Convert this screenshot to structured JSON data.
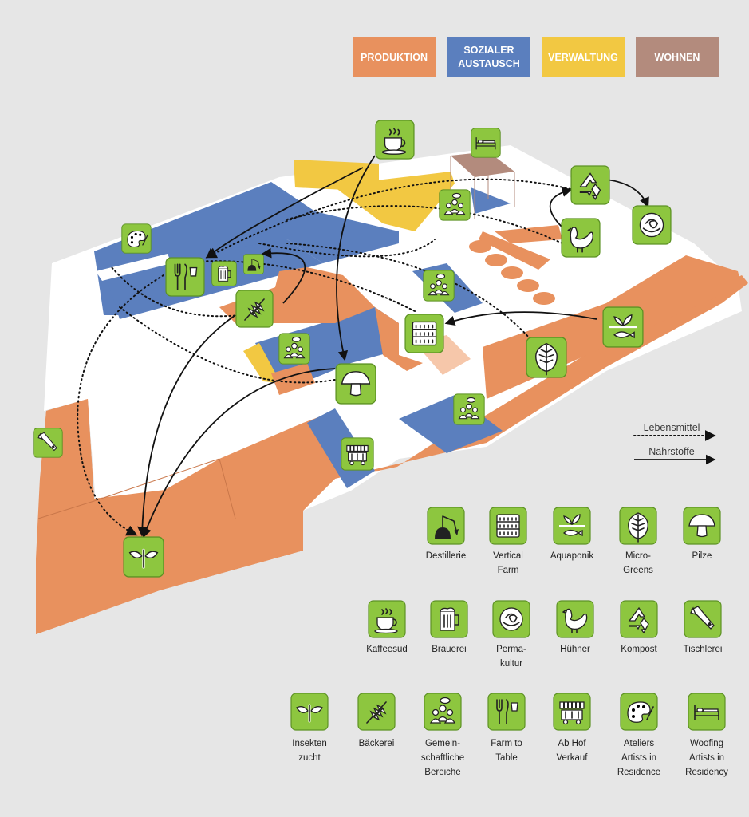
{
  "colors": {
    "background": "#e6e6e6",
    "produktion": "#e8915e",
    "sozialer_austausch": "#5b7fbe",
    "verwaltung": "#f2c842",
    "wohnen": "#b38b7d",
    "site": "#ffffff",
    "icon_tile": "#8dc63f"
  },
  "legend": {
    "produktion": "PRODUKTION",
    "sozialer_austausch_1": "SOZIALER",
    "sozialer_austausch_2": "AUSTAUSCH",
    "verwaltung": "VERWALTUNG",
    "wohnen": "WOHNEN"
  },
  "flow_legend": {
    "food": "Lebensmittel",
    "nutrients": "Nährstoffe"
  },
  "icon_legend": {
    "destillerie": [
      "Destillerie"
    ],
    "vertical_farm": [
      "Vertical",
      "Farm"
    ],
    "aquaponik": [
      "Aquaponik"
    ],
    "microgreens": [
      "Micro-",
      "Greens"
    ],
    "pilze": [
      "Pilze"
    ],
    "kaffeesud": [
      "Kaffeesud"
    ],
    "brauerei": [
      "Brauerei"
    ],
    "permakultur": [
      "Perma-",
      "kultur"
    ],
    "huehner": [
      "Hühner"
    ],
    "kompost": [
      "Kompost"
    ],
    "tischlerei": [
      "Tischlerei"
    ],
    "insektenzucht": [
      "Insekten",
      "zucht"
    ],
    "baeckerei": [
      "Bäckerei"
    ],
    "gemeinschaft": [
      "Gemein-",
      "schaftliche",
      "Bereiche"
    ],
    "farm_to_table": [
      "Farm to",
      "Table"
    ],
    "ab_hof": [
      "Ab Hof",
      "Verkauf"
    ],
    "ateliers": [
      "Ateliers",
      "Artists in",
      "Residence"
    ],
    "woofing": [
      "Woofing",
      "Artists in",
      "Residency"
    ]
  },
  "map_icons": [
    "coffee-cup-icon",
    "bed-icon",
    "recycle-icon",
    "rose-icon",
    "palette-icon",
    "people-icon",
    "chicken-icon",
    "cutlery-icon",
    "beer-mug-icon",
    "still-icon",
    "wheat-icon",
    "vertical-farm-icon",
    "leaf-icon",
    "aquaponics-icon",
    "mushroom-icon",
    "saw-icon",
    "market-stall-icon",
    "insect-icon"
  ]
}
